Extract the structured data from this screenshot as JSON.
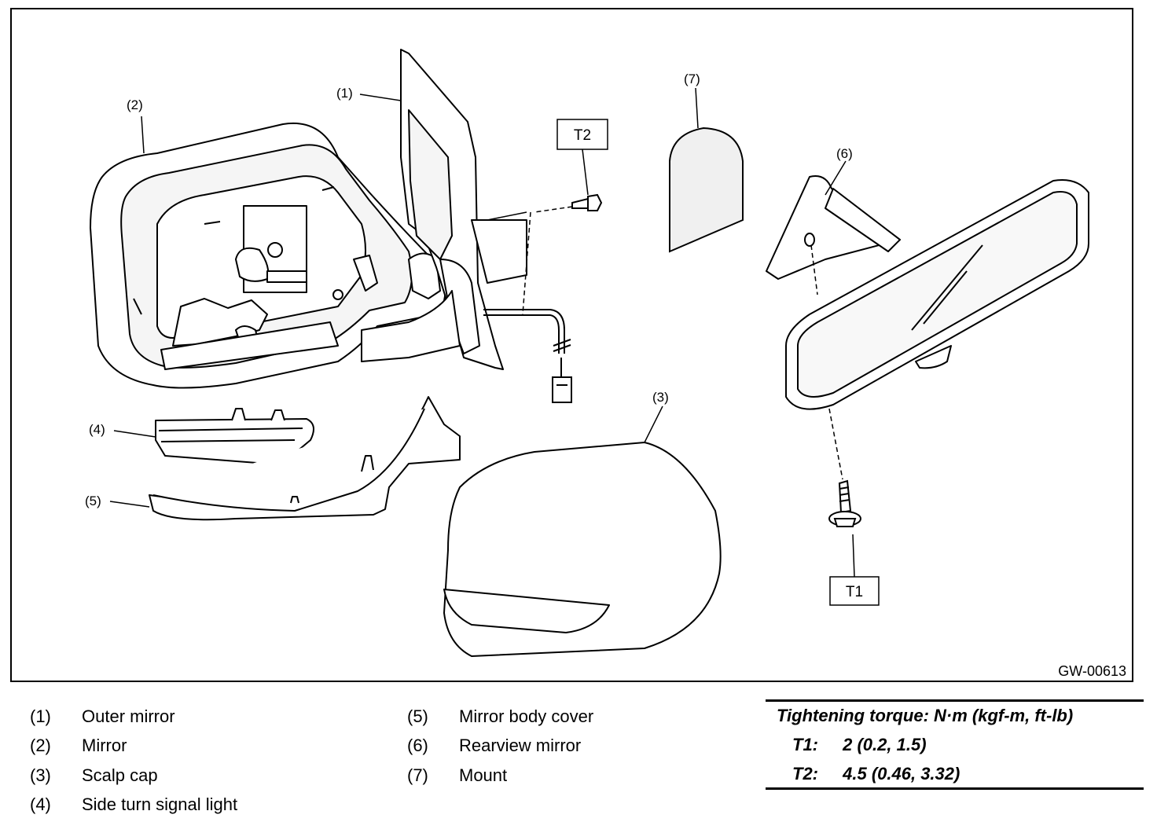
{
  "diagram": {
    "code": "GW-00613",
    "callouts": [
      "(1)",
      "(2)",
      "(3)",
      "(4)",
      "(5)",
      "(6)",
      "(7)"
    ],
    "torque_tags": [
      "T1",
      "T2"
    ]
  },
  "legend": {
    "left": [
      {
        "num": "(1)",
        "label": "Outer mirror"
      },
      {
        "num": "(2)",
        "label": "Mirror"
      },
      {
        "num": "(3)",
        "label": "Scalp cap"
      },
      {
        "num": "(4)",
        "label": "Side turn signal light"
      }
    ],
    "right": [
      {
        "num": "(5)",
        "label": "Mirror body cover"
      },
      {
        "num": "(6)",
        "label": "Rearview mirror"
      },
      {
        "num": "(7)",
        "label": "Mount"
      }
    ]
  },
  "torque": {
    "title": "Tightening torque: N·m (kgf-m, ft-lb)",
    "rows": [
      {
        "tag": "T1:",
        "value": "2 (0.2, 1.5)"
      },
      {
        "tag": "T2:",
        "value": "4.5 (0.46, 3.32)"
      }
    ]
  }
}
